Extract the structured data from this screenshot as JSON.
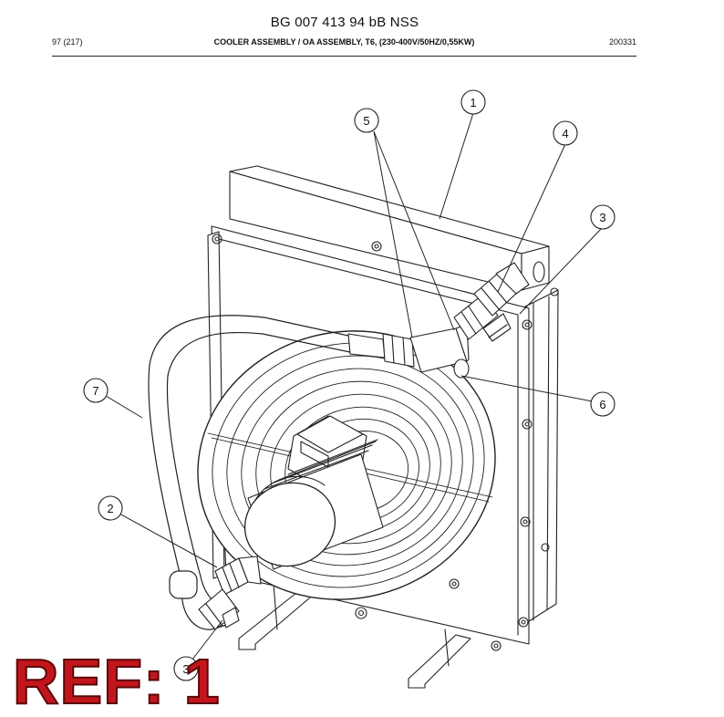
{
  "document": {
    "title": "BG 007 413 94 bB NSS",
    "page": "97 (217)",
    "assembly_title": "COOLER ASSEMBLY / OA ASSEMBLY, T6, (230-400V/50HZ/0,55KW)",
    "date_code": "200331"
  },
  "callouts": {
    "c1": "1",
    "c2": "2",
    "c3a": "3",
    "c3b": "3",
    "c4": "4",
    "c5": "5",
    "c6": "6",
    "c7": "7"
  },
  "ref_label": "REF: 1"
}
